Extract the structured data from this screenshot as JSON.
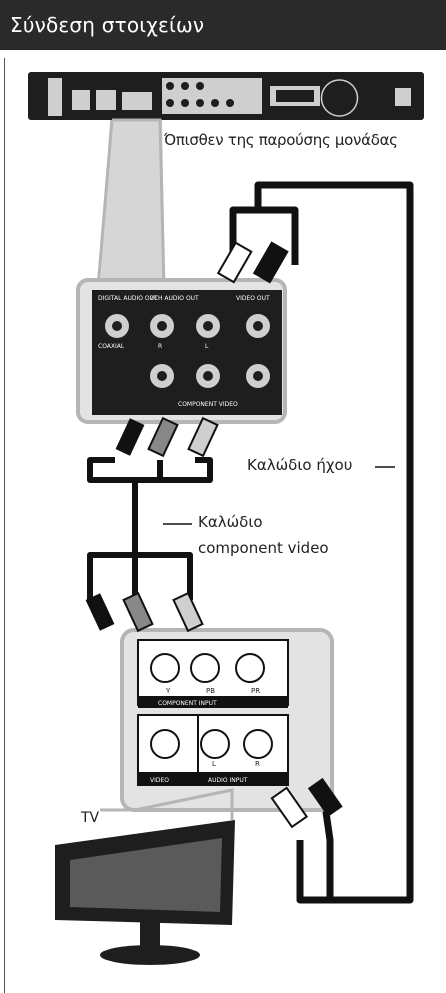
{
  "header": {
    "title": "Σύνδεση στοιχείων"
  },
  "labels": {
    "rear_panel": "Όπισθεν της παρούσης μονάδας",
    "audio_cable": "Καλώδιο ήχου",
    "component_cable_line1": "Καλώδιο",
    "component_cable_line2": "component video",
    "tv": "TV"
  },
  "unit_panel": {
    "digital_audio_out": "DIGITAL AUDIO OUT",
    "coaxial": "COAXIAL",
    "two_ch_audio_out": "2CH AUDIO OUT",
    "video_out": "VIDEO OUT",
    "audio_r": "R",
    "audio_l": "L",
    "component_video": "COMPONENT VIDEO"
  },
  "tv_panel": {
    "y": "Y",
    "pb": "PB",
    "pr": "PR",
    "component_input": "COMPONENT INPUT",
    "video": "VIDEO",
    "audio_input": "AUDIO INPUT",
    "l": "L",
    "r": "R"
  },
  "colors": {
    "header_bg": "#2a2a2a",
    "panel_bg": "#e3e3e3",
    "panel_border": "#b5b5b5",
    "cable": "#111111",
    "device_body": "#1e1e1e"
  }
}
